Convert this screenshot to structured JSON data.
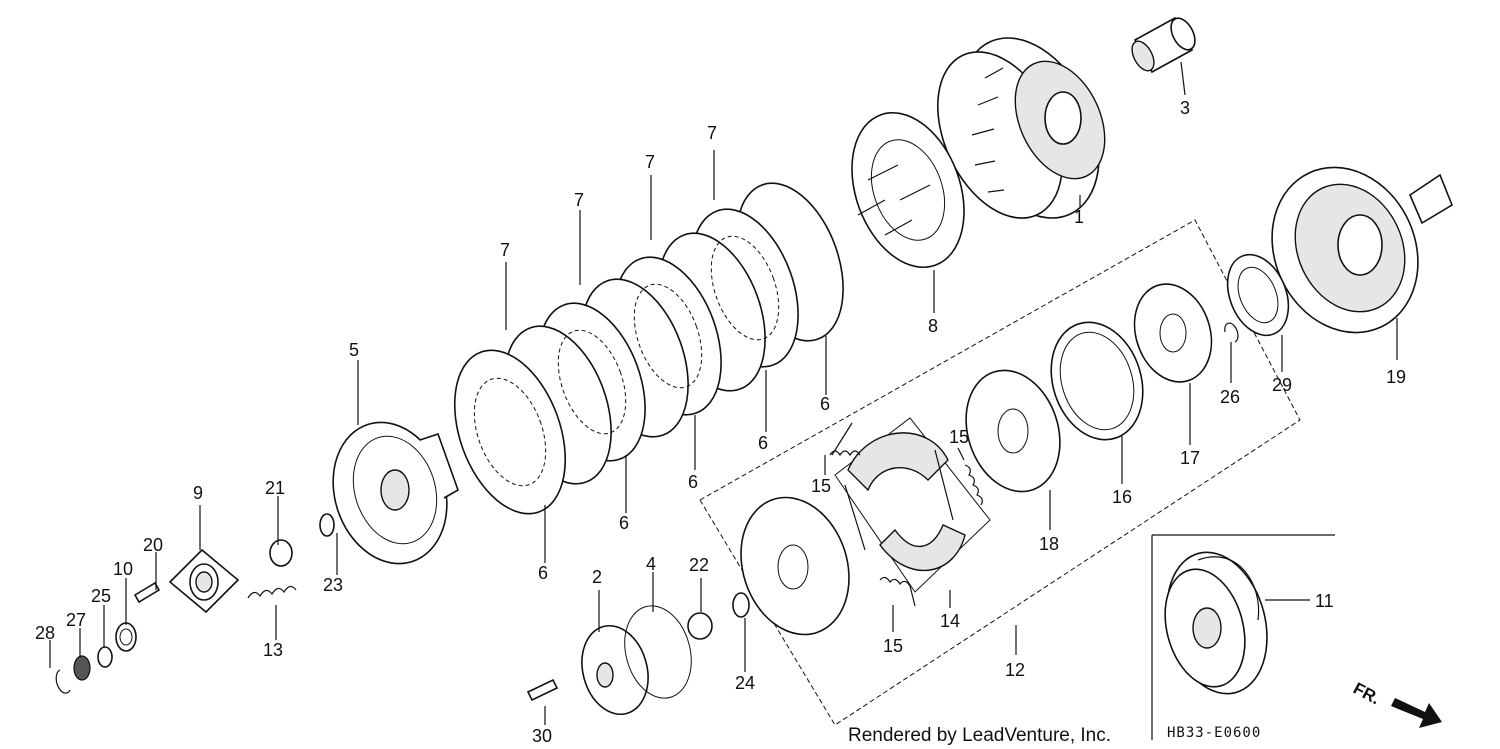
{
  "parts": {
    "p1": "1",
    "p2": "2",
    "p3": "3",
    "p4": "4",
    "p5": "5",
    "p6": "6",
    "p7": "7",
    "p8": "8",
    "p9": "9",
    "p10": "10",
    "p11": "11",
    "p12": "12",
    "p13": "13",
    "p14": "14",
    "p15": "15",
    "p16": "16",
    "p17": "17",
    "p18": "18",
    "p19": "19",
    "p20": "20",
    "p21": "21",
    "p22": "22",
    "p23": "23",
    "p24": "24",
    "p25": "25",
    "p26": "26",
    "p27": "27",
    "p28": "28",
    "p29": "29",
    "p30": "30"
  },
  "footer": {
    "credit": "Rendered by LeadVenture, Inc.",
    "code": "HB33-E0600"
  },
  "direction": {
    "label": "FR."
  }
}
